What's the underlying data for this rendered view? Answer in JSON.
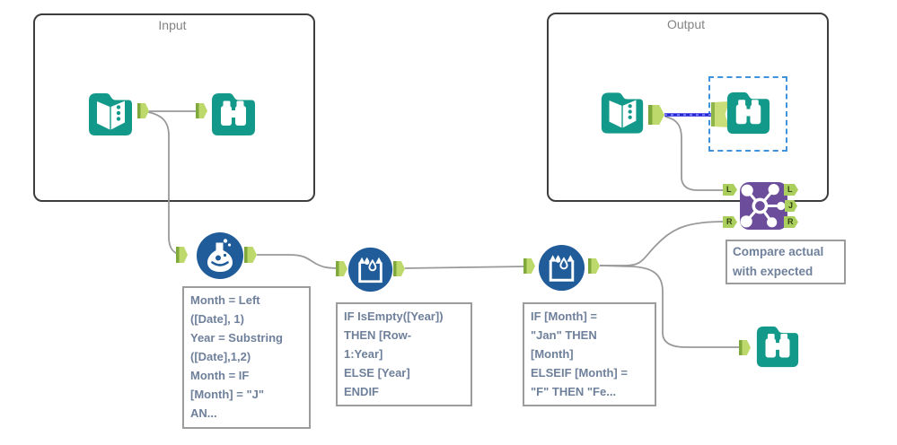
{
  "containers": {
    "input": {
      "label": "Input"
    },
    "output": {
      "label": "Output"
    }
  },
  "tools": [
    {
      "name": "input-data",
      "icon": "book-icon",
      "container": "Input"
    },
    {
      "name": "browse-input",
      "icon": "binoculars-icon",
      "container": "Input"
    },
    {
      "name": "formula",
      "icon": "flask-icon",
      "container": ""
    },
    {
      "name": "multi-row-formula-1",
      "icon": "crown-droplet-icon",
      "container": ""
    },
    {
      "name": "multi-row-formula-2",
      "icon": "crown-droplet-icon",
      "container": ""
    },
    {
      "name": "expected-data",
      "icon": "book-icon",
      "container": "Output"
    },
    {
      "name": "browse-output",
      "icon": "binoculars-icon",
      "container": "Output",
      "selected": true
    },
    {
      "name": "join",
      "icon": "molecule-icon",
      "container": ""
    },
    {
      "name": "browse-result",
      "icon": "binoculars-icon",
      "container": ""
    }
  ],
  "join_tool": {
    "input_anchors": [
      "L",
      "R"
    ],
    "output_anchors": [
      "L",
      "J",
      "R"
    ]
  },
  "annotations": {
    "formula_note": "Month = Left\n([Date], 1)\nYear = Substring\n([Date],1,2)\nMonth = IF\n[Month] = \"J\"\nAN...",
    "multirow1_note": "IF IsEmpty([Year])\nTHEN [Row-\n1:Year]\nELSE [Year]\nENDIF",
    "multirow2_note": "IF [Month] =\n\"Jan\" THEN\n[Month]\nELSEIF [Month] =\n\"F\" THEN \"Fe...",
    "join_note": "Compare actual\nwith expected"
  },
  "colors": {
    "tool_teal": "#13998a",
    "tool_blue": "#1f5c99",
    "tool_purple": "#6b4d9b",
    "anchor_green": "#bdd96b",
    "wire_gray": "#999999",
    "wire_selected_blue": "#2424d8",
    "selection_dash_blue": "#3e93dc",
    "note_text": "#6f809b"
  }
}
